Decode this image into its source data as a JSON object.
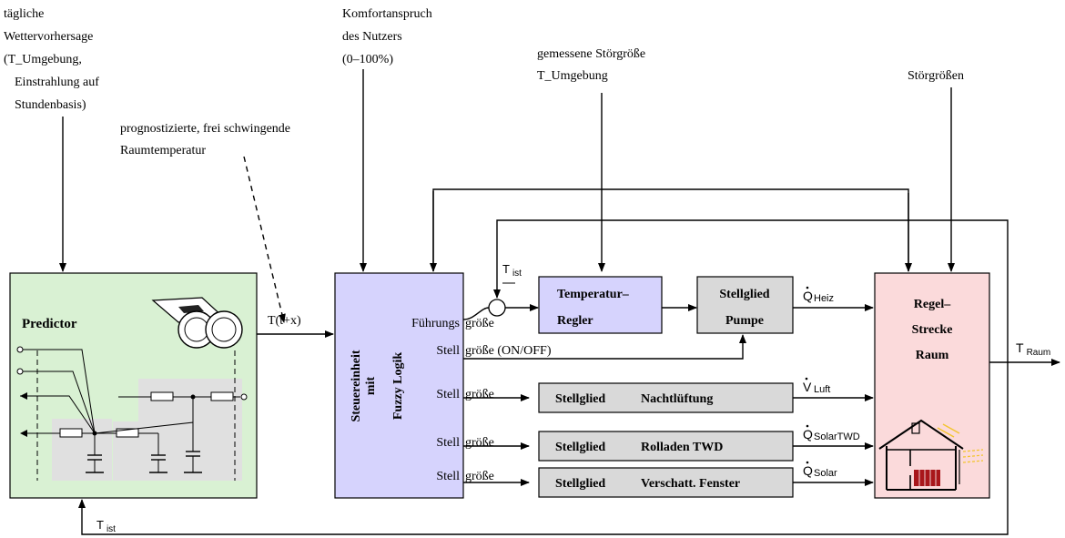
{
  "inputs": {
    "forecast": [
      "tägliche",
      "Wettervorhersage",
      "(T_Umgebung,",
      "Einstrahlung auf",
      "Stundenbasis)"
    ],
    "comfort": [
      "Komfortanspruch",
      "des Nutzers",
      "(0–100%)"
    ],
    "measured": [
      "gemessene Störgröße",
      "T_Umgebung"
    ],
    "disturbances": "Störgrößen",
    "predicted": [
      "prognostizierte, frei schwingende",
      "Raumtemperatur"
    ]
  },
  "blocks": {
    "predictor": "Predictor",
    "controller": [
      "Steuereinheit",
      "mit",
      "Fuzzy Logik"
    ],
    "temp_regler": [
      "Temperatur–",
      "Regler"
    ],
    "pump": [
      "Stellglied",
      "Pumpe"
    ],
    "night_vent": [
      "Stellglied",
      "Nachtlüftung"
    ],
    "shutters": [
      "Stellglied",
      "Rolladen TWD"
    ],
    "shading": [
      "Stellglied",
      "Verschatt. Fenster"
    ],
    "plant": [
      "Regel–",
      "Strecke",
      "Raum"
    ]
  },
  "labels": {
    "t_future": "T(t+x)",
    "t_ist_symbol": "T",
    "t_ist_sub": "ist",
    "fuehrung_prefix": "Führungs",
    "fuehrung_suffix": "größe",
    "stell_prefix": "Stell",
    "stell_suffix_onoff": "größe (ON/OFF)",
    "stell_suffix": "größe",
    "q_heiz_sub": "Heiz",
    "v_luft_sub": "Luft",
    "q_solartwd_sub": "SolarTWD",
    "q_solar_sub": "Solar",
    "q_symbol": "Q",
    "v_symbol": "V",
    "t_raum_symbol": "T",
    "t_raum_sub": "Raum"
  },
  "colors": {
    "predictor_fill": "#d9f1d3",
    "controller_fill": "#d6d3fd",
    "temp_regler_fill": "#d6d3fd",
    "actuator_fill": "#d9d9d9",
    "plant_fill": "#fbdadb",
    "circuit_panel": "#e0e0e0"
  }
}
